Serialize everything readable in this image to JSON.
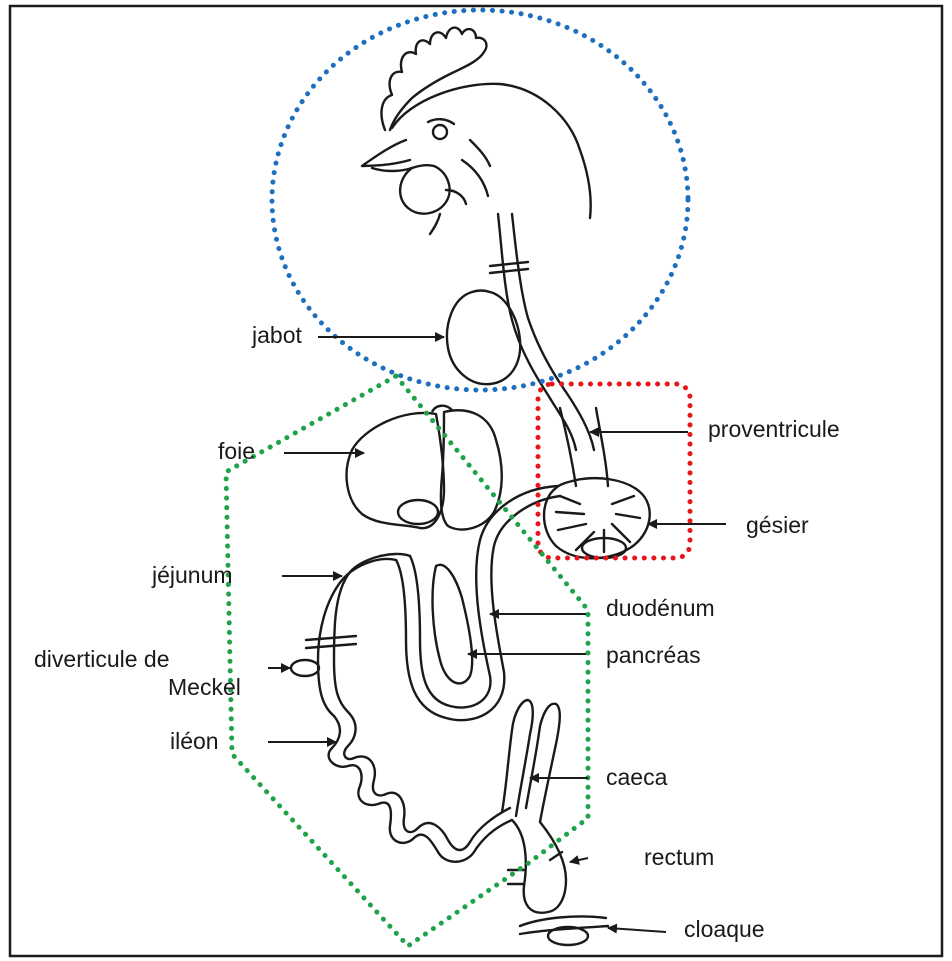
{
  "colors": {
    "upper_zone": "#1f6fbf",
    "stomach_zone": "#e8161b",
    "intestine_zone": "#1ea34a",
    "ink": "#1a1a1a"
  },
  "labels": {
    "jabot": "jabot",
    "foie": "foie",
    "jejunum": "jéjunum",
    "diverticule_1": "diverticule de",
    "diverticule_2": "Meckel",
    "ileon": "iléon",
    "proventricule": "proventricule",
    "gesier": "gésier",
    "duodenum": "duodénum",
    "pancreas": "pancréas",
    "caeca": "caeca",
    "rectum": "rectum",
    "cloaque": "cloaque"
  }
}
